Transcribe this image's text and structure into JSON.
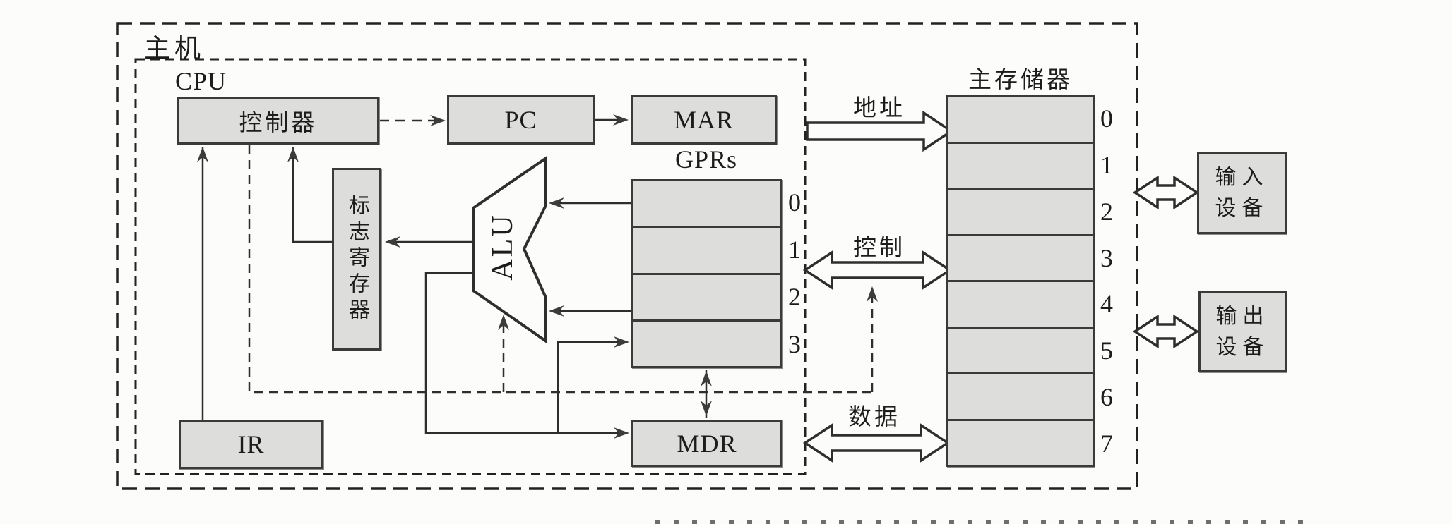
{
  "figure": {
    "host_label": "主机",
    "cpu_label": "CPU",
    "controller_label": "控制器",
    "pc_label": "PC",
    "mar_label": "MAR",
    "ir_label": "IR",
    "mdr_label": "MDR",
    "alu_label": "ALU",
    "flag_register_label": "标志寄存器",
    "gprs": {
      "title": "GPRs",
      "rows": [
        "0",
        "1",
        "2",
        "3"
      ]
    },
    "memory": {
      "title": "主存储器",
      "rows": [
        "0",
        "1",
        "2",
        "3",
        "4",
        "5",
        "6",
        "7"
      ]
    },
    "buses": {
      "address": "地址",
      "control": "控制",
      "data": "数据"
    },
    "input_device": {
      "line1": "输入",
      "line2": "设备"
    },
    "output_device": {
      "line1": "输出",
      "line2": "设备"
    },
    "colors": {
      "background": "#fcfcfa",
      "box_fill": "#dddddb",
      "box_border": "#3a3a38",
      "line": "#2e2e2c",
      "text": "#1c1c1a"
    }
  }
}
